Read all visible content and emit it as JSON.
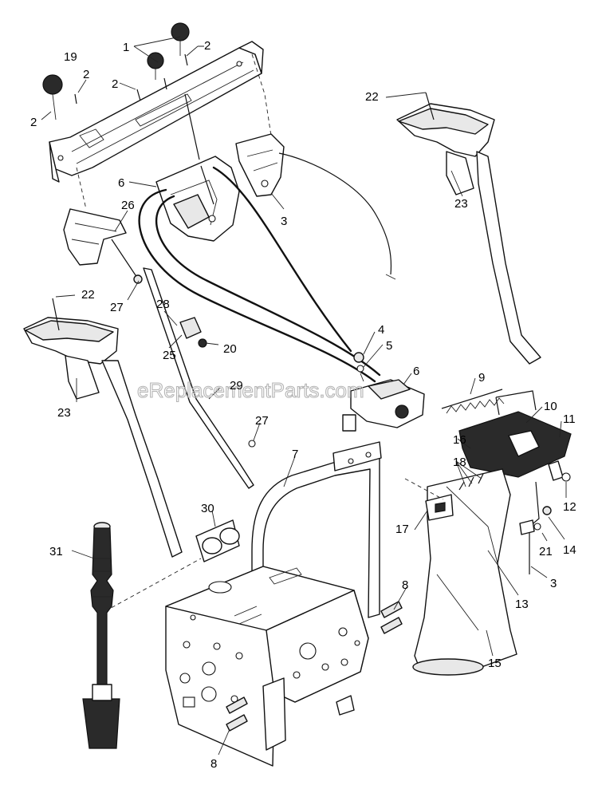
{
  "watermark": "eReplacementParts.com",
  "callouts": [
    "1",
    "2",
    "2",
    "19",
    "2",
    "2",
    "22",
    "6",
    "3",
    "23",
    "26",
    "27",
    "28",
    "22",
    "20",
    "25",
    "4",
    "5",
    "6",
    "9",
    "10",
    "11",
    "23",
    "29",
    "27",
    "16",
    "18",
    "7",
    "12",
    "17",
    "21",
    "14",
    "30",
    "3",
    "31",
    "13",
    "8",
    "15",
    "8"
  ]
}
